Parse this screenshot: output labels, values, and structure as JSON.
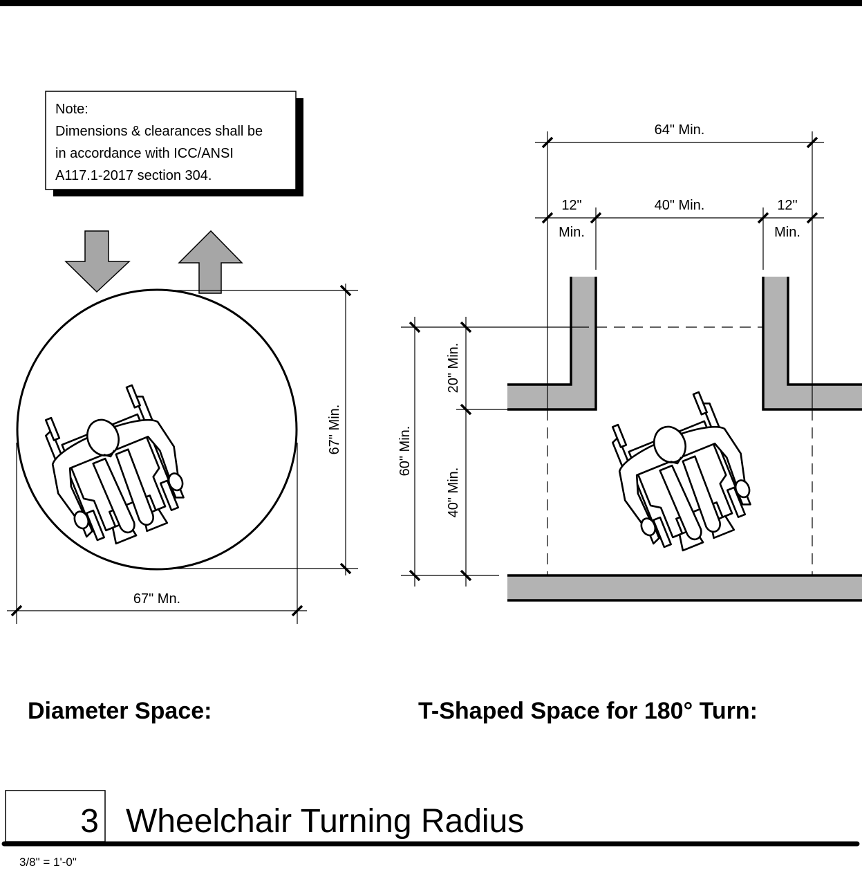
{
  "note": {
    "lines": [
      "Note:",
      "Dimensions & clearances shall be",
      "in accordance with ICC/ANSI",
      "A117.1-2017 section 304."
    ]
  },
  "diameter_space": {
    "heading": "Diameter Space:",
    "height_dim": "67\" Min.",
    "width_dim": "67\" Mn."
  },
  "t_space": {
    "heading": "T-Shaped Space for 180° Turn:",
    "overall_width_dim": "64\" Min.",
    "left_dim_top": "12\"",
    "left_dim_bottom": "Min.",
    "center_dim": "40\" Min.",
    "right_dim_top": "12\"",
    "right_dim_bottom": "Min.",
    "upper_depth_dim": "20\" Min.",
    "lower_depth_dim": "40\" Min.",
    "overall_depth_dim": "60\" Min."
  },
  "title_block": {
    "detail_number": "3",
    "title": "Wheelchair Turning Radius",
    "scale": "3/8\" = 1'-0\""
  },
  "colors": {
    "wall_fill": "#b3b3b3",
    "arrow_fill": "#a6a6a6",
    "line": "#000000"
  }
}
